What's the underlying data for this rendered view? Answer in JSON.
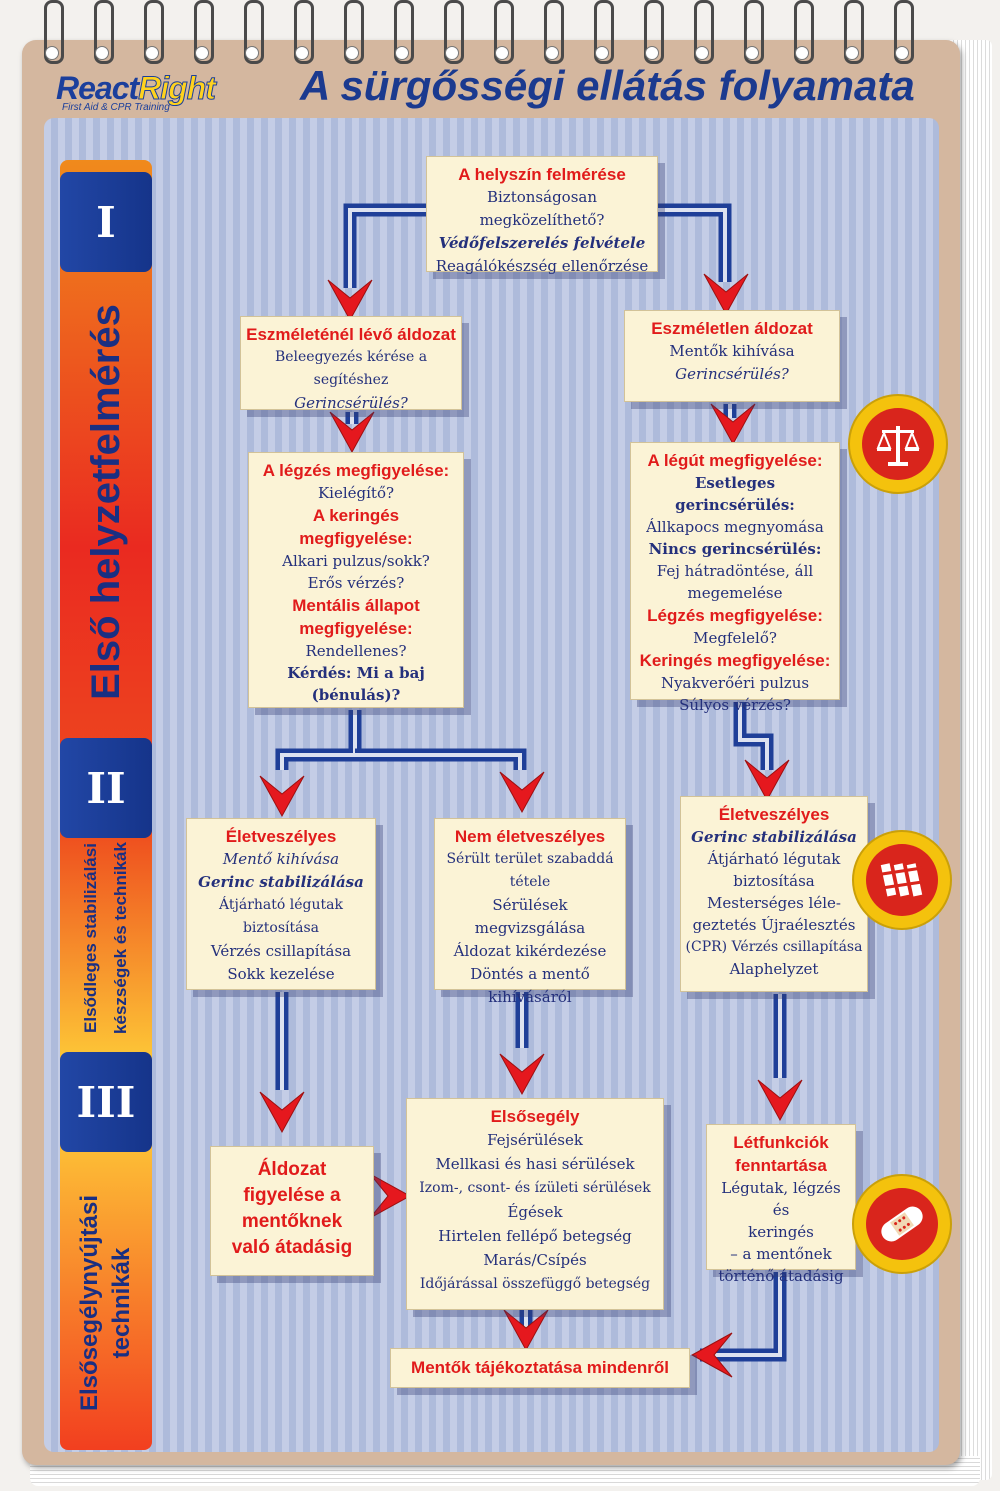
{
  "header": {
    "logo_react": "React",
    "logo_right": "Right",
    "logo_sub": "First Aid & CPR Training",
    "title": "A sürgősségi ellátás folyamata"
  },
  "sidebar": {
    "sections": [
      {
        "numeral": "I",
        "label_lines": [
          "Első helyzetfelmérés"
        ]
      },
      {
        "numeral": "II",
        "label_lines": [
          "Elsődleges stabilizálási",
          "készségek és technikák"
        ]
      },
      {
        "numeral": "III",
        "label_lines": [
          "Elsősegélynyújtási",
          "technikák"
        ]
      }
    ]
  },
  "boxes": {
    "scene": {
      "title": "A helyszín felmérése",
      "lines": [
        "Biztonságosan megközelíthető?",
        "Védőfelszerelés felvétele",
        "Reagálókészség ellenőrzése"
      ]
    },
    "conscious": {
      "title": "Eszméleténél lévő áldozat",
      "lines": [
        "Beleegyezés kérése a segítéshez",
        "Gerincsérülés?"
      ]
    },
    "unconscious": {
      "title": "Eszméletlen áldozat",
      "lines": [
        "Mentők kihívása",
        "Gerincsérülés?"
      ]
    },
    "assess_left": {
      "h1": "A légzés megfigyelése:",
      "l1": "Kielégítő?",
      "h2a": "A keringés",
      "h2b": "megfigyelése:",
      "l2a": "Alkari pulzus/sokk?",
      "l2b": "Erős vérzés?",
      "h3a": "Mentális állapot",
      "h3b": "megfigyelése:",
      "l3": "Rendellenes?",
      "l4": "Kérdés: Mi a baj (bénulás)?"
    },
    "assess_right": {
      "h1": "A légút megfigyelése:",
      "b1": "Esetleges gerincsérülés:",
      "l1": "Állkapocs megnyomása",
      "b2": "Nincs gerincsérülés:",
      "l2a": "Fej hátradöntése, áll",
      "l2b": "megemelése",
      "h2": "Légzés megfigyelése:",
      "l3": "Megfelelő?",
      "h3": "Keringés megfigyelése:",
      "l4a": "Nyakverőéri pulzus",
      "l4b": "Súlyos vérzés?"
    },
    "life_left": {
      "title": "Életveszélyes",
      "lines": [
        "Mentő kihívása",
        "Gerinc stabilizálása",
        "Átjárható légutak biztosítása",
        "Vérzés csillapítása",
        "Sokk kezelése"
      ]
    },
    "not_life": {
      "title": "Nem életveszélyes",
      "lines": [
        "Sérült terület szabaddá tétele",
        "Sérülések megvizsgálása",
        "Áldozat kikérdezése",
        "Döntés a mentő",
        "kihívásáról"
      ]
    },
    "life_right": {
      "title": "Életveszélyes",
      "lines": [
        "Gerinc stabilizálása",
        "Átjárható légutak",
        "biztosítása",
        "Mesterséges léle-",
        "geztetés Újraélesztés",
        "(CPR) Vérzés csillapítása",
        "Alaphelyzet"
      ]
    },
    "monitor": {
      "lines": [
        "Áldozat",
        "figyelése a",
        "mentőknek",
        "való átadásig"
      ]
    },
    "firstaid": {
      "title": "Elsősegély",
      "lines": [
        "Fejsérülések",
        "Mellkasi és hasi sérülések",
        "Izom-, csont- és ízületi sérülések",
        "Égések",
        "Hirtelen fellépő betegség",
        "Marás/Csípés",
        "Időjárással összefüggő betegség"
      ]
    },
    "vital": {
      "title_a": "Létfunkciók",
      "title_b": "fenntartása",
      "lines": [
        "Légutak, légzés és",
        "keringés",
        "– a mentőnek",
        "történő átadásig"
      ]
    },
    "inform": {
      "title": "Mentők tájékoztatása mindenről"
    }
  },
  "colors": {
    "box_fill": "#fbf3d6",
    "heading_red": "#e11b1b",
    "text_blue": "#24307c",
    "connector_blue": "#1f3f98",
    "arrow_red": "#e5181e",
    "badge_yellow": "#f4c20d"
  },
  "icons": [
    "scales-icon",
    "splint-icon",
    "bandage-icon"
  ]
}
